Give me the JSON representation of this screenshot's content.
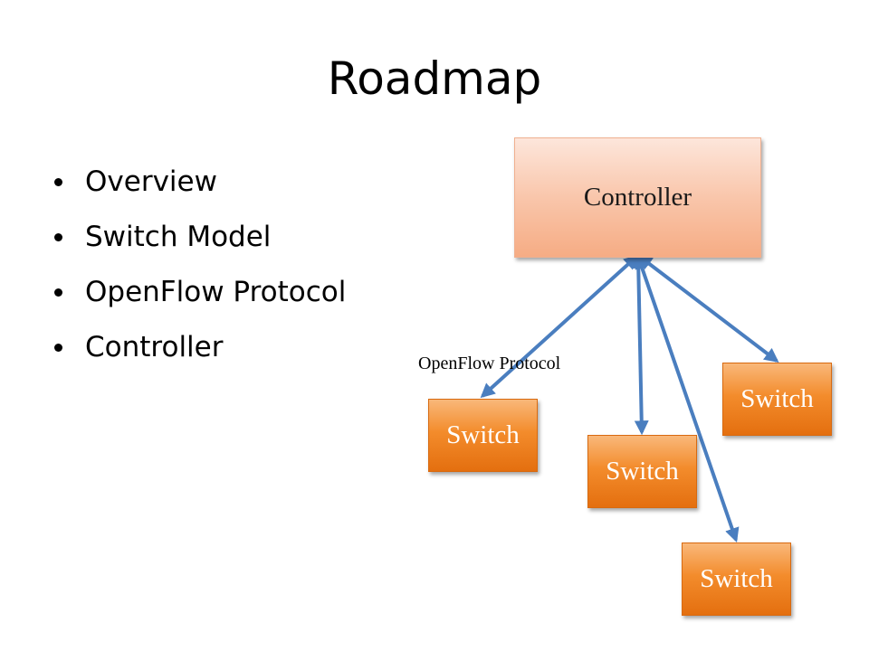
{
  "slide": {
    "title": "Roadmap",
    "bullets": [
      "Overview",
      "Switch Model",
      "OpenFlow Protocol",
      "Controller"
    ]
  },
  "diagram": {
    "controller_label": "Controller",
    "switch_labels": [
      "Switch",
      "Switch",
      "Switch",
      "Switch"
    ],
    "protocol_label": "OpenFlow Protocol",
    "colors": {
      "controller_fill": "#f9c6ab",
      "switch_fill": "#f38c2c",
      "link": "#4a7ebf"
    }
  }
}
